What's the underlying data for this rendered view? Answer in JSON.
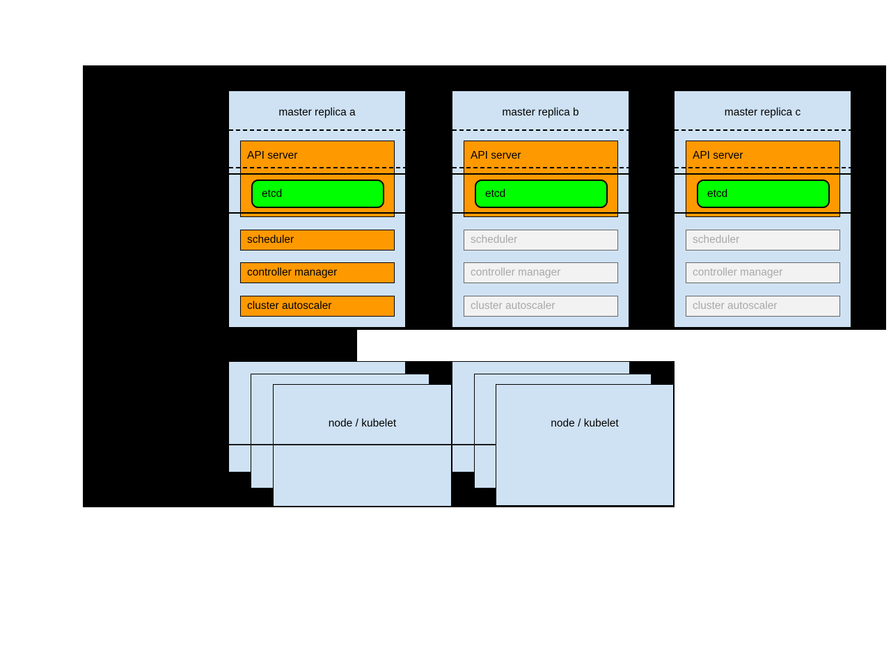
{
  "masters": {
    "replicas": [
      {
        "title": "master replica a"
      },
      {
        "title": "master replica b"
      },
      {
        "title": "master replica c"
      }
    ],
    "api_server_label": "API server",
    "etcd_label": "etcd",
    "scheduler_label": "scheduler",
    "controller_manager_label": "controller manager",
    "cluster_autoscaler_label": "cluster autoscaler"
  },
  "nodes": {
    "kubelet_label": "node / kubelet"
  },
  "colors": {
    "active_component": "#ff9900",
    "etcd_green": "#00ff00",
    "inactive_component": "#f2f2f2",
    "inactive_text": "#a9a9a9",
    "box_fill_blue": "#cfe2f3",
    "diagram_background": "#000000"
  }
}
